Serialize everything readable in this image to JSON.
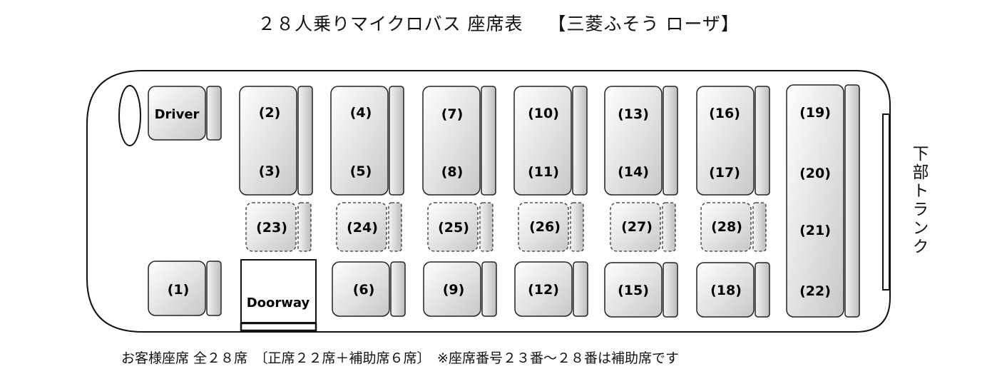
{
  "title": "２８人乗りマイクロバス 座席表　 【三菱ふそう ローザ】",
  "driver_label": "Driver",
  "doorway_label": "Doorway",
  "trunk_label": "下部トランク",
  "footer": "お客様座席 全２８席　〔正席２２席＋補助席６席〕　※座席番号２３番〜２８番は補助席です",
  "seats": {
    "s1": "(1)",
    "s2": "(2)",
    "s3": "(3)",
    "s4": "(4)",
    "s5": "(5)",
    "s6": "(6)",
    "s7": "(7)",
    "s8": "(8)",
    "s9": "(9)",
    "s10": "(10)",
    "s11": "(11)",
    "s12": "(12)",
    "s13": "(13)",
    "s14": "(14)",
    "s15": "(15)",
    "s16": "(16)",
    "s17": "(17)",
    "s18": "(18)",
    "s19": "(19)",
    "s20": "(20)",
    "s21": "(21)",
    "s22": "(22)",
    "s23": "(23)",
    "s24": "(24)",
    "s25": "(25)",
    "s26": "(26)",
    "s27": "(27)",
    "s28": "(28)"
  },
  "colors": {
    "seat_light": "#ffffff",
    "seat_dark": "#c8c8c8",
    "outline": "#222222"
  }
}
